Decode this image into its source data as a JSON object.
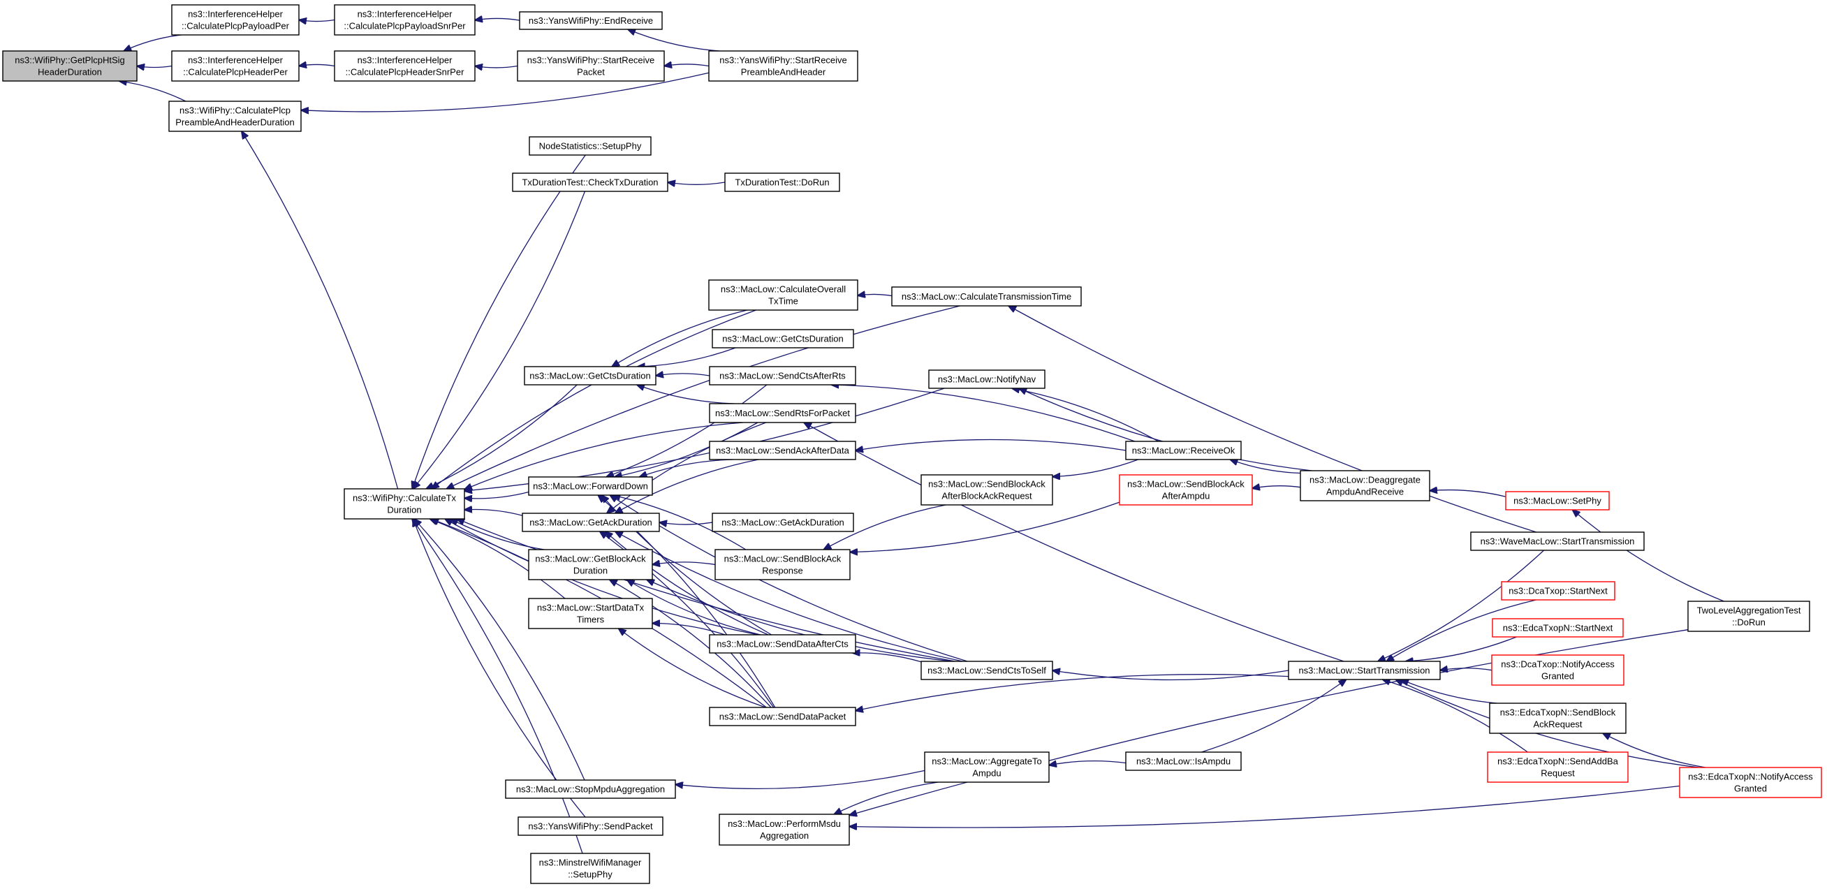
{
  "colors": {
    "edge": "#191970",
    "box_normal": "#000000",
    "box_truncated": "#ff0000",
    "box_root_fill": "#bfbfbf",
    "box_fill": "#ffffff"
  },
  "nodes": [
    {
      "id": "root",
      "lines": [
        "ns3::WifiPhy::GetPlcpHtSig",
        "HeaderDuration"
      ],
      "style": "root"
    },
    {
      "id": "ih_payloadper",
      "lines": [
        "ns3::InterferenceHelper",
        "::CalculatePlcpPayloadPer"
      ],
      "style": "normal"
    },
    {
      "id": "ih_payloadsnrper",
      "lines": [
        "ns3::InterferenceHelper",
        "::CalculatePlcpPayloadSnrPer"
      ],
      "style": "normal"
    },
    {
      "id": "yans_endreceive",
      "lines": [
        "ns3::YansWifiPhy::EndReceive"
      ],
      "style": "normal"
    },
    {
      "id": "ih_headerper",
      "lines": [
        "ns3::InterferenceHelper",
        "::CalculatePlcpHeaderPer"
      ],
      "style": "normal"
    },
    {
      "id": "ih_headersnrper",
      "lines": [
        "ns3::InterferenceHelper",
        "::CalculatePlcpHeaderSnrPer"
      ],
      "style": "normal"
    },
    {
      "id": "yans_startreceivepacket",
      "lines": [
        "ns3::YansWifiPhy::StartReceive",
        "Packet"
      ],
      "style": "normal"
    },
    {
      "id": "yans_startreceivepreamble",
      "lines": [
        "ns3::YansWifiPhy::StartReceive",
        "PreambleAndHeader"
      ],
      "style": "normal"
    },
    {
      "id": "calc_preamble",
      "lines": [
        "ns3::WifiPhy::CalculatePlcp",
        "PreambleAndHeaderDuration"
      ],
      "style": "normal"
    },
    {
      "id": "nodestats_setupphy",
      "lines": [
        "NodeStatistics::SetupPhy"
      ],
      "style": "normal"
    },
    {
      "id": "txdur_check",
      "lines": [
        "TxDurationTest::CheckTxDuration"
      ],
      "style": "normal"
    },
    {
      "id": "txdur_dorun",
      "lines": [
        "TxDurationTest::DoRun"
      ],
      "style": "normal"
    },
    {
      "id": "ml_calcoverall",
      "lines": [
        "ns3::MacLow::CalculateOverall",
        "TxTime"
      ],
      "style": "normal"
    },
    {
      "id": "ml_calctransmission",
      "lines": [
        "ns3::MacLow::CalculateTransmissionTime"
      ],
      "style": "normal"
    },
    {
      "id": "ml_getctsduration2",
      "lines": [
        "ns3::MacLow::GetCtsDuration"
      ],
      "style": "normal"
    },
    {
      "id": "ml_getctsduration",
      "lines": [
        "ns3::MacLow::GetCtsDuration"
      ],
      "style": "normal"
    },
    {
      "id": "ml_sendctsafterrts",
      "lines": [
        "ns3::MacLow::SendCtsAfterRts"
      ],
      "style": "normal"
    },
    {
      "id": "ml_notifynav",
      "lines": [
        "ns3::MacLow::NotifyNav"
      ],
      "style": "normal"
    },
    {
      "id": "ml_sendrtsforpacket",
      "lines": [
        "ns3::MacLow::SendRtsForPacket"
      ],
      "style": "normal"
    },
    {
      "id": "ml_sendackafterdata",
      "lines": [
        "ns3::MacLow::SendAckAfterData"
      ],
      "style": "normal"
    },
    {
      "id": "ml_receiveok",
      "lines": [
        "ns3::MacLow::ReceiveOk"
      ],
      "style": "normal"
    },
    {
      "id": "ml_forwarddown",
      "lines": [
        "ns3::MacLow::ForwardDown"
      ],
      "style": "normal"
    },
    {
      "id": "ml_sendblockackafterreq",
      "lines": [
        "ns3::MacLow::SendBlockAck",
        "AfterBlockAckRequest"
      ],
      "style": "normal"
    },
    {
      "id": "ml_sendblockackafterampdu",
      "lines": [
        "ns3::MacLow::SendBlockAck",
        "AfterAmpdu"
      ],
      "style": "truncated"
    },
    {
      "id": "ml_deaggregate",
      "lines": [
        "ns3::MacLow::Deaggregate",
        "AmpduAndReceive"
      ],
      "style": "normal"
    },
    {
      "id": "calc_txduration",
      "lines": [
        "ns3::WifiPhy::CalculateTx",
        "Duration"
      ],
      "style": "normal"
    },
    {
      "id": "ml_getackduration",
      "lines": [
        "ns3::MacLow::GetAckDuration"
      ],
      "style": "normal"
    },
    {
      "id": "ml_getackduration2",
      "lines": [
        "ns3::MacLow::GetAckDuration"
      ],
      "style": "normal"
    },
    {
      "id": "ml_setphy",
      "lines": [
        "ns3::MacLow::SetPhy"
      ],
      "style": "truncated"
    },
    {
      "id": "ml_getblockackduration",
      "lines": [
        "ns3::MacLow::GetBlockAck",
        "Duration"
      ],
      "style": "normal"
    },
    {
      "id": "ml_sendblockackresponse",
      "lines": [
        "ns3::MacLow::SendBlockAck",
        "Response"
      ],
      "style": "normal"
    },
    {
      "id": "wave_starttransmission",
      "lines": [
        "ns3::WaveMacLow::StartTransmission"
      ],
      "style": "normal"
    },
    {
      "id": "dca_startnext",
      "lines": [
        "ns3::DcaTxop::StartNext"
      ],
      "style": "truncated"
    },
    {
      "id": "ml_startdatatxtimers",
      "lines": [
        "ns3::MacLow::StartDataTx",
        "Timers"
      ],
      "style": "normal"
    },
    {
      "id": "edca_startnext",
      "lines": [
        "ns3::EdcaTxopN::StartNext"
      ],
      "style": "truncated"
    },
    {
      "id": "twolevel_dorun",
      "lines": [
        "TwoLevelAggregationTest",
        "::DoRun"
      ],
      "style": "normal"
    },
    {
      "id": "ml_senddataaftercts",
      "lines": [
        "ns3::MacLow::SendDataAfterCts"
      ],
      "style": "normal"
    },
    {
      "id": "ml_sendctstoself",
      "lines": [
        "ns3::MacLow::SendCtsToSelf"
      ],
      "style": "normal"
    },
    {
      "id": "ml_starttransmission",
      "lines": [
        "ns3::MacLow::StartTransmission"
      ],
      "style": "normal"
    },
    {
      "id": "dca_notifyaccess",
      "lines": [
        "ns3::DcaTxop::NotifyAccess",
        "Granted"
      ],
      "style": "truncated"
    },
    {
      "id": "ml_senddatapacket",
      "lines": [
        "ns3::MacLow::SendDataPacket"
      ],
      "style": "normal"
    },
    {
      "id": "edca_sendblockackreq",
      "lines": [
        "ns3::EdcaTxopN::SendBlock",
        "AckRequest"
      ],
      "style": "normal"
    },
    {
      "id": "edca_sendaddba",
      "lines": [
        "ns3::EdcaTxopN::SendAddBa",
        "Request"
      ],
      "style": "truncated"
    },
    {
      "id": "ml_aggregatetoampdu",
      "lines": [
        "ns3::MacLow::AggregateTo",
        "Ampdu"
      ],
      "style": "normal"
    },
    {
      "id": "ml_isampdu",
      "lines": [
        "ns3::MacLow::IsAmpdu"
      ],
      "style": "normal"
    },
    {
      "id": "ml_stopmpduaggregation",
      "lines": [
        "ns3::MacLow::StopMpduAggregation"
      ],
      "style": "normal"
    },
    {
      "id": "edca_notifyaccess",
      "lines": [
        "ns3::EdcaTxopN::NotifyAccess",
        "Granted"
      ],
      "style": "truncated"
    },
    {
      "id": "yans_sendpacket",
      "lines": [
        "ns3::YansWifiPhy::SendPacket"
      ],
      "style": "normal"
    },
    {
      "id": "ml_performmsdu",
      "lines": [
        "ns3::MacLow::PerformMsdu",
        "Aggregation"
      ],
      "style": "normal"
    },
    {
      "id": "minstrel_setupphy",
      "lines": [
        "ns3::MinstrelWifiManager",
        "::SetupPhy"
      ],
      "style": "normal"
    }
  ],
  "edges": [
    [
      "ih_payloadper",
      "root"
    ],
    [
      "ih_headerper",
      "root"
    ],
    [
      "calc_preamble",
      "root"
    ],
    [
      "ih_payloadsnrper",
      "ih_payloadper"
    ],
    [
      "yans_endreceive",
      "ih_payloadsnrper"
    ],
    [
      "yans_startreceivepreamble",
      "yans_endreceive"
    ],
    [
      "ih_headersnrper",
      "ih_headerper"
    ],
    [
      "yans_startreceivepacket",
      "ih_headersnrper"
    ],
    [
      "yans_startreceivepreamble",
      "yans_startreceivepacket"
    ],
    [
      "yans_startreceivepreamble",
      "calc_preamble"
    ],
    [
      "calc_txduration",
      "calc_preamble"
    ],
    [
      "txdur_dorun",
      "txdur_check"
    ],
    [
      "ml_calctransmission",
      "ml_calcoverall"
    ],
    [
      "wave_starttransmission",
      "ml_calctransmission"
    ],
    [
      "ml_calcoverall",
      "ml_getctsduration"
    ],
    [
      "ml_getctsduration2",
      "ml_getctsduration"
    ],
    [
      "ml_sendctsafterrts",
      "ml_getctsduration"
    ],
    [
      "ml_sendrtsforpacket",
      "ml_getctsduration"
    ],
    [
      "ml_receiveok",
      "ml_notifynav"
    ],
    [
      "ml_deaggregate",
      "ml_notifynav"
    ],
    [
      "ml_receiveok",
      "ml_sendctsafterrts"
    ],
    [
      "ml_starttransmission",
      "ml_sendrtsforpacket"
    ],
    [
      "ml_receiveok",
      "ml_sendackafterdata"
    ],
    [
      "ml_deaggregate",
      "ml_receiveok"
    ],
    [
      "ml_sendblockackafterreq",
      "ml_sendblockackresponse"
    ],
    [
      "ml_sendblockackafterampdu",
      "ml_sendblockackresponse"
    ],
    [
      "ml_deaggregate",
      "ml_sendblockackafterampdu"
    ],
    [
      "ml_receiveok",
      "ml_sendblockackafterreq"
    ],
    [
      "ml_setphy",
      "ml_deaggregate"
    ],
    [
      "twolevel_dorun",
      "ml_setphy"
    ],
    [
      "nodestats_setupphy",
      "calc_txduration"
    ],
    [
      "txdur_check",
      "calc_txduration"
    ],
    [
      "ml_calctransmission",
      "calc_txduration"
    ],
    [
      "ml_notifynav",
      "calc_txduration"
    ],
    [
      "ml_calcoverall",
      "calc_txduration"
    ],
    [
      "ml_getctsduration",
      "calc_txduration"
    ],
    [
      "ml_sendrtsforpacket",
      "calc_txduration"
    ],
    [
      "ml_forwarddown",
      "calc_txduration"
    ],
    [
      "ml_getackduration",
      "calc_txduration"
    ],
    [
      "ml_getblockackduration",
      "calc_txduration"
    ],
    [
      "ml_startdatatxtimers",
      "calc_txduration"
    ],
    [
      "ml_senddataaftercts",
      "calc_txduration"
    ],
    [
      "ml_senddatapacket",
      "calc_txduration"
    ],
    [
      "ml_sendctstoself",
      "calc_txduration"
    ],
    [
      "ml_stopmpduaggregation",
      "calc_txduration"
    ],
    [
      "yans_sendpacket",
      "calc_txduration"
    ],
    [
      "minstrel_setupphy",
      "calc_txduration"
    ],
    [
      "ml_sendrtsforpacket",
      "ml_forwarddown"
    ],
    [
      "ml_sendackafterdata",
      "ml_forwarddown"
    ],
    [
      "ml_sendctsafterrts",
      "ml_forwarddown"
    ],
    [
      "ml_sendblockackresponse",
      "ml_forwarddown"
    ],
    [
      "ml_senddataaftercts",
      "ml_forwarddown"
    ],
    [
      "ml_senddatapacket",
      "ml_forwarddown"
    ],
    [
      "ml_sendctstoself",
      "ml_forwarddown"
    ],
    [
      "ml_sendackafterdata",
      "ml_getackduration"
    ],
    [
      "ml_getackduration2",
      "ml_getackduration"
    ],
    [
      "ml_sendrtsforpacket",
      "ml_getackduration"
    ],
    [
      "ml_senddataaftercts",
      "ml_getackduration"
    ],
    [
      "ml_senddatapacket",
      "ml_getackduration"
    ],
    [
      "ml_sendctstoself",
      "ml_getackduration"
    ],
    [
      "ml_sendblockackresponse",
      "ml_getblockackduration"
    ],
    [
      "ml_senddataaftercts",
      "ml_getblockackduration"
    ],
    [
      "ml_senddatapacket",
      "ml_getblockackduration"
    ],
    [
      "ml_sendctstoself",
      "ml_getblockackduration"
    ],
    [
      "ml_senddataaftercts",
      "ml_startdatatxtimers"
    ],
    [
      "ml_senddatapacket",
      "ml_startdatatxtimers"
    ],
    [
      "ml_sendctstoself",
      "ml_senddataaftercts"
    ],
    [
      "ml_starttransmission",
      "ml_sendctstoself"
    ],
    [
      "ml_starttransmission",
      "ml_senddatapacket"
    ],
    [
      "wave_starttransmission",
      "ml_starttransmission"
    ],
    [
      "dca_startnext",
      "ml_starttransmission"
    ],
    [
      "edca_startnext",
      "ml_starttransmission"
    ],
    [
      "dca_notifyaccess",
      "ml_starttransmission"
    ],
    [
      "edca_sendblockackreq",
      "ml_starttransmission"
    ],
    [
      "edca_sendaddba",
      "ml_starttransmission"
    ],
    [
      "edca_notifyaccess",
      "ml_starttransmission"
    ],
    [
      "ml_isampdu",
      "ml_starttransmission"
    ],
    [
      "edca_notifyaccess",
      "edca_sendblockackreq"
    ],
    [
      "ml_isampdu",
      "ml_aggregatetoampdu"
    ],
    [
      "ml_aggregatetoampdu",
      "ml_stopmpduaggregation"
    ],
    [
      "ml_aggregatetoampdu",
      "ml_performmsdu"
    ],
    [
      "edca_notifyaccess",
      "ml_performmsdu"
    ],
    [
      "twolevel_dorun",
      "ml_performmsdu"
    ]
  ]
}
